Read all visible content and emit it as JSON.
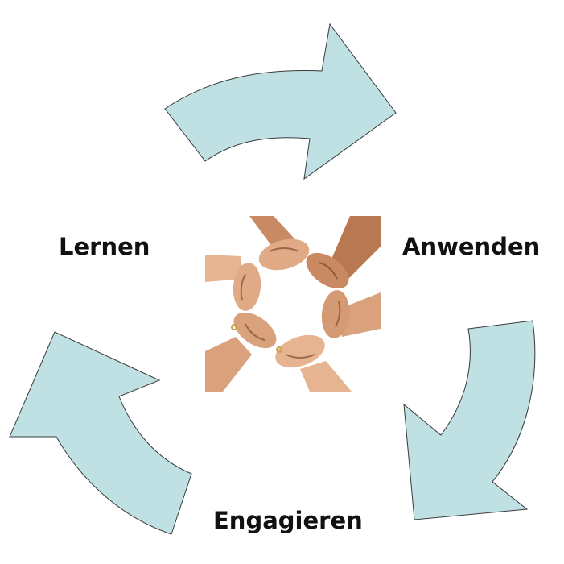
{
  "cycle": {
    "steps": [
      {
        "label": "Lernen"
      },
      {
        "label": "Anwenden"
      },
      {
        "label": "Engagieren"
      }
    ],
    "arrow_fill": "#bfe1e4",
    "arrow_stroke": "#3a3a3a",
    "label_color": "#111111"
  },
  "center_image": {
    "icon": "joined-hands-circle-photo",
    "skin_tones": [
      "#d9a27c",
      "#c98a63",
      "#e6b491",
      "#b87852"
    ]
  }
}
